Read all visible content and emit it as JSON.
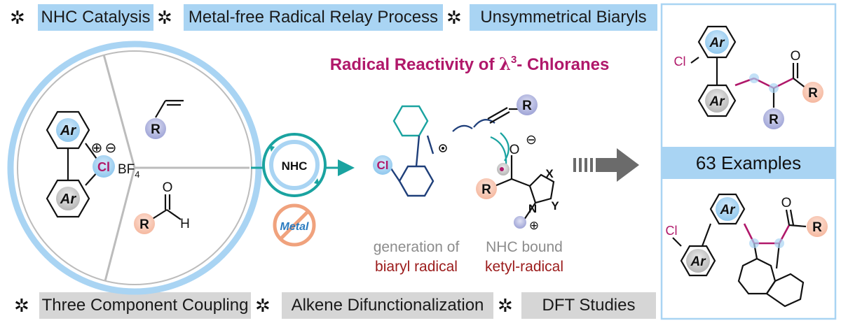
{
  "top_tags": [
    "NHC Catalysis",
    "Metal-free Radical Relay Process",
    "Unsymmetrical Biaryls"
  ],
  "bottom_tags": [
    "Three Component Coupling",
    "Alkene Difunctionalization",
    "DFT Studies"
  ],
  "title": {
    "prefix": "Radical Reactivity of ",
    "lambda": "λ",
    "sup": "3",
    "suffix": "- Chloranes"
  },
  "left_panel": {
    "ar": "Ar",
    "cl": "Cl",
    "charge_plus": "⊕",
    "charge_minus": "⊖",
    "bf4": "BF",
    "bf4_sub": "4",
    "r_alkene": "R",
    "r_aldehyde": "R",
    "o": "O",
    "h": "H"
  },
  "catalyst": {
    "label": "NHC",
    "metal": "Metal"
  },
  "middle": {
    "cl": "Cl",
    "r_alkene": "R",
    "r_ketyl": "R",
    "o_minus": "O",
    "minus": "⊖",
    "x": "X",
    "y": "Y",
    "n": "N",
    "plus": "⊕",
    "caption_left_1": "generation of",
    "caption_left_2": "biaryl radical",
    "caption_right_1": "NHC bound",
    "caption_right_2": "ketyl-radical"
  },
  "right_panel": {
    "ar": "Ar",
    "cl": "Cl",
    "o": "O",
    "r": "R",
    "examples": "63 Examples"
  },
  "colors": {
    "blue_tag": "#a9d4f3",
    "gray_tag": "#d6d6d6",
    "magenta": "#b0186a",
    "teal": "#1aa3a0",
    "navy": "#1f3f7a",
    "dark_red": "#9b1b1b"
  },
  "icons": [
    "star-burst-icon",
    "no-metal-icon",
    "arrow-right-icon",
    "catalytic-cycle-icon"
  ]
}
